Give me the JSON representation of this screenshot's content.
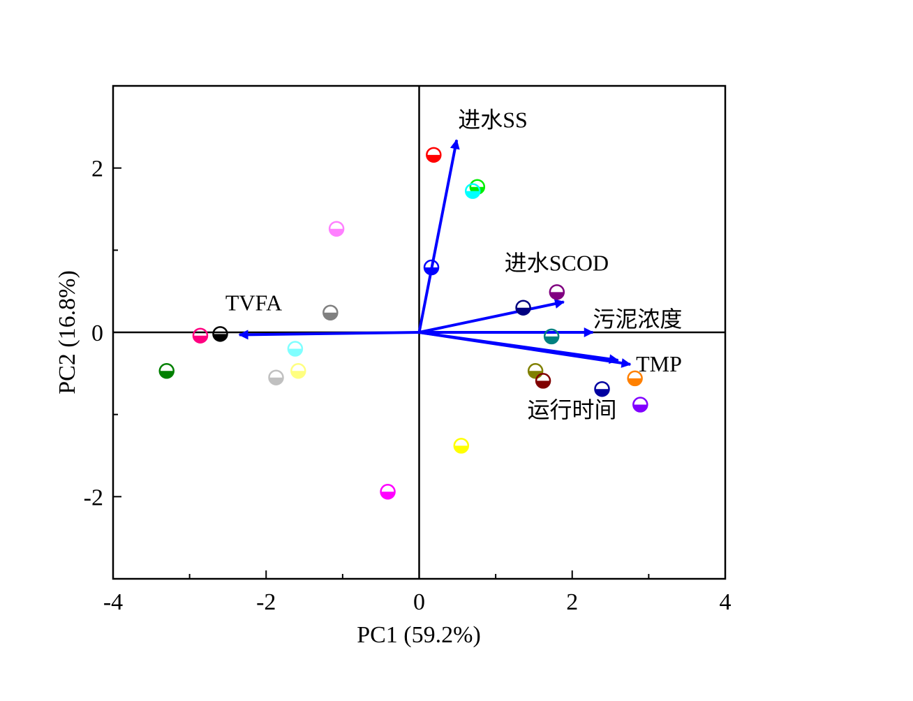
{
  "chart_data": {
    "type": "scatter",
    "subtype": "pca-biplot",
    "xlabel": "PC1 (59.2%)",
    "ylabel": "PC2 (16.8%)",
    "xlim": [
      -4,
      4
    ],
    "ylim": [
      -3,
      3
    ],
    "xticks": [
      -4,
      -2,
      0,
      2,
      4
    ],
    "yticks": [
      -2,
      0,
      2
    ],
    "grid": false,
    "points": [
      {
        "x": 0.19,
        "y": 2.16,
        "color": "#ff0000"
      },
      {
        "x": 0.76,
        "y": 1.77,
        "color": "#00ee00"
      },
      {
        "x": 0.7,
        "y": 1.72,
        "color": "#00ffff"
      },
      {
        "x": 0.16,
        "y": 0.79,
        "color": "#0000ff"
      },
      {
        "x": -1.08,
        "y": 1.26,
        "color": "#ff80ff"
      },
      {
        "x": -1.16,
        "y": 0.24,
        "color": "#808080"
      },
      {
        "x": 1.8,
        "y": 0.49,
        "color": "#800080"
      },
      {
        "x": 1.36,
        "y": 0.3,
        "color": "#000080"
      },
      {
        "x": 1.73,
        "y": -0.05,
        "color": "#008080"
      },
      {
        "x": 1.52,
        "y": -0.47,
        "color": "#808000"
      },
      {
        "x": 1.62,
        "y": -0.59,
        "color": "#800000"
      },
      {
        "x": 2.39,
        "y": -0.69,
        "color": "#0000a0"
      },
      {
        "x": 2.82,
        "y": -0.56,
        "color": "#ff8000"
      },
      {
        "x": 2.89,
        "y": -0.88,
        "color": "#8000ff"
      },
      {
        "x": 0.55,
        "y": -1.38,
        "color": "#ffff00"
      },
      {
        "x": -0.41,
        "y": -1.94,
        "color": "#ff00ff"
      },
      {
        "x": -2.86,
        "y": -0.04,
        "color": "#ff0080"
      },
      {
        "x": -2.6,
        "y": -0.02,
        "color": "#000000"
      },
      {
        "x": -3.3,
        "y": -0.47,
        "color": "#008000"
      },
      {
        "x": -1.62,
        "y": -0.2,
        "color": "#80ffff"
      },
      {
        "x": -1.87,
        "y": -0.55,
        "color": "#c0c0c0"
      },
      {
        "x": -1.58,
        "y": -0.47,
        "color": "#ffff80"
      }
    ],
    "loadings": [
      {
        "name": "进水SS",
        "x": 0.49,
        "y": 2.34
      },
      {
        "name": "进水SCOD",
        "x": 1.89,
        "y": 0.37
      },
      {
        "name": "污泥浓度",
        "x": 2.27,
        "y": 0.0
      },
      {
        "name": "TMP",
        "x": 2.76,
        "y": -0.39
      },
      {
        "name": "运行时间",
        "x": 2.6,
        "y": -0.34
      },
      {
        "name": "TVFA",
        "x": -2.35,
        "y": -0.03
      }
    ],
    "arrow_color": "#0000ff"
  }
}
